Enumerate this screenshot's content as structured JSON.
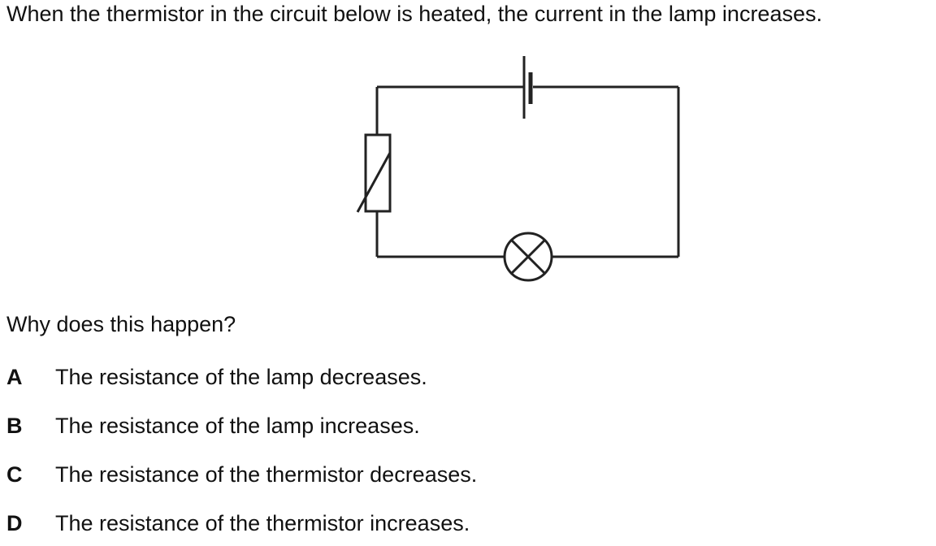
{
  "question": {
    "stem": "When the thermistor in the circuit below is heated, the current in the lamp increases.",
    "prompt": "Why does this happen?"
  },
  "options": [
    {
      "letter": "A",
      "text": "The resistance of the lamp decreases."
    },
    {
      "letter": "B",
      "text": "The resistance of the lamp increases."
    },
    {
      "letter": "C",
      "text": "The resistance of the thermistor decreases."
    },
    {
      "letter": "D",
      "text": "The resistance of the thermistor increases."
    }
  ],
  "circuit": {
    "components": [
      "cell",
      "thermistor",
      "lamp"
    ],
    "stroke_color": "#222222"
  }
}
